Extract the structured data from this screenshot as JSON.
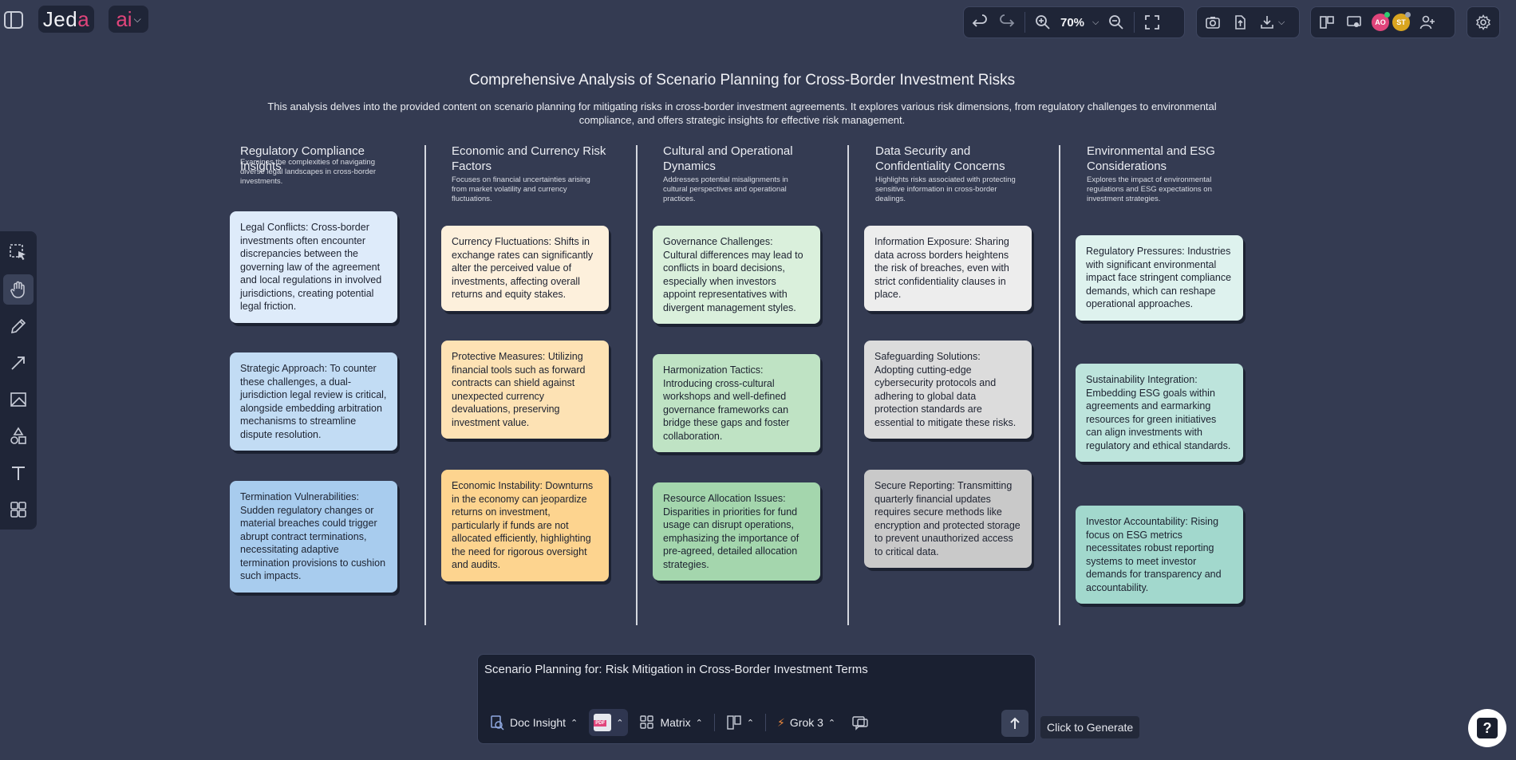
{
  "app": {
    "logo_main": "Jed",
    "logo_accent": "a",
    "ai_label": "ai"
  },
  "toolbar": {
    "zoom": "70%"
  },
  "users": [
    {
      "initials": "AO",
      "color": "#e0457b",
      "status_color": "#2ecc71"
    },
    {
      "initials": "ST",
      "color": "#d9a520",
      "status_color": "#9aa0ad"
    }
  ],
  "document": {
    "title": "Comprehensive Analysis of Scenario Planning for Cross-Border Investment Risks",
    "subtitle": "This analysis delves into the provided content on scenario planning for mitigating risks in cross-border investment agreements. It explores various risk dimensions, from regulatory challenges to environmental compliance, and offers strategic insights for effective risk management."
  },
  "columns": [
    {
      "title": "Regulatory Compliance Insights",
      "description": "Examines the complexities of navigating diverse legal landscapes in cross-border investments.",
      "cards": [
        {
          "text": "Legal Conflicts: Cross-border investments often encounter discrepancies between the governing law of the agreement and local regulations in involved jurisdictions, creating potential legal friction.",
          "color": "#deebfa"
        },
        {
          "text": "Strategic Approach: To counter these challenges, a dual-jurisdiction legal review is critical, alongside embedding arbitration mechanisms to streamline dispute resolution.",
          "color": "#c2dcf4"
        },
        {
          "text": "Termination Vulnerabilities: Sudden regulatory changes or material breaches could trigger abrupt contract terminations, necessitating adaptive termination provisions to cushion such impacts.",
          "color": "#a8ccee"
        }
      ]
    },
    {
      "title": "Economic and Currency Risk Factors",
      "description": "Focuses on financial uncertainties arising from market volatility and currency fluctuations.",
      "cards": [
        {
          "text": "Currency Fluctuations: Shifts in exchange rates can significantly alter the perceived value of investments, affecting overall returns and equity stakes.",
          "color": "#fdf0dc"
        },
        {
          "text": "Protective Measures: Utilizing financial tools such as forward contracts can shield against unexpected currency devaluations, preserving investment value.",
          "color": "#fde2b4"
        },
        {
          "text": "Economic Instability: Downturns in the economy can jeopardize returns on investment, particularly if funds are not allocated efficiently, highlighting the need for rigorous oversight and audits.",
          "color": "#fdd48f"
        }
      ]
    },
    {
      "title": "Cultural and Operational Dynamics",
      "description": "Addresses potential misalignments in cultural perspectives and operational practices.",
      "cards": [
        {
          "text": "Governance Challenges: Cultural differences may lead to conflicts in board decisions, especially when investors appoint representatives with divergent management styles.",
          "color": "#daf0dc"
        },
        {
          "text": "Harmonization Tactics: Introducing cross-cultural workshops and well-defined governance frameworks can bridge these gaps and foster collaboration.",
          "color": "#bfe3c4"
        },
        {
          "text": "Resource Allocation Issues: Disparities in priorities for fund usage can disrupt operations, emphasizing the importance of pre-agreed, detailed allocation strategies.",
          "color": "#a4d6ad"
        }
      ]
    },
    {
      "title": "Data Security and Confidentiality Concerns",
      "description": "Highlights risks associated with protecting sensitive information in cross-border dealings.",
      "cards": [
        {
          "text": "Information Exposure: Sharing data across borders heightens the risk of breaches, even with strict confidentiality clauses in place.",
          "color": "#ededed"
        },
        {
          "text": "Safeguarding Solutions: Adopting cutting-edge cybersecurity protocols and adhering to global data protection standards are essential to mitigate these risks.",
          "color": "#dcdcdc"
        },
        {
          "text": "Secure Reporting: Transmitting quarterly financial updates requires secure methods like encryption and protected storage to prevent unauthorized access to critical data.",
          "color": "#c9c9c9"
        }
      ]
    },
    {
      "title": "Environmental and ESG Considerations",
      "description": "Explores the impact of environmental regulations and ESG expectations on investment strategies.",
      "cards": [
        {
          "text": "Regulatory Pressures: Industries with significant environmental impact face stringent compliance demands, which can reshape operational approaches.",
          "color": "#def2ee"
        },
        {
          "text": "Sustainability Integration: Embedding ESG goals within agreements and earmarking resources for green initiatives can align investments with regulatory and ethical standards.",
          "color": "#bde4dc"
        },
        {
          "text": "Investor Accountability: Rising focus on ESG metrics necessitates robust reporting systems to meet investor demands for transparency and accountability.",
          "color": "#a2d8cd"
        }
      ]
    }
  ],
  "prompt": {
    "text": "Scenario Planning for: Risk Mitigation in Cross-Border Investment Terms",
    "doc_insight_label": "Doc Insight",
    "pdf_label": "PDF",
    "matrix_label": "Matrix",
    "model_label": "Grok 3",
    "tooltip": "Click to Generate"
  },
  "icons": {
    "sidebar": "sidebar-toggle-icon",
    "undo": "undo-icon",
    "redo": "redo-icon",
    "zoom_in": "zoom-in-icon",
    "zoom_out": "zoom-out-icon",
    "fit": "fit-screen-icon",
    "camera": "camera-icon",
    "upload": "upload-icon",
    "download": "download-icon",
    "layout": "layout-icon",
    "present": "present-icon",
    "add_user": "add-user-icon",
    "settings": "gear-icon",
    "help": "help-icon"
  }
}
